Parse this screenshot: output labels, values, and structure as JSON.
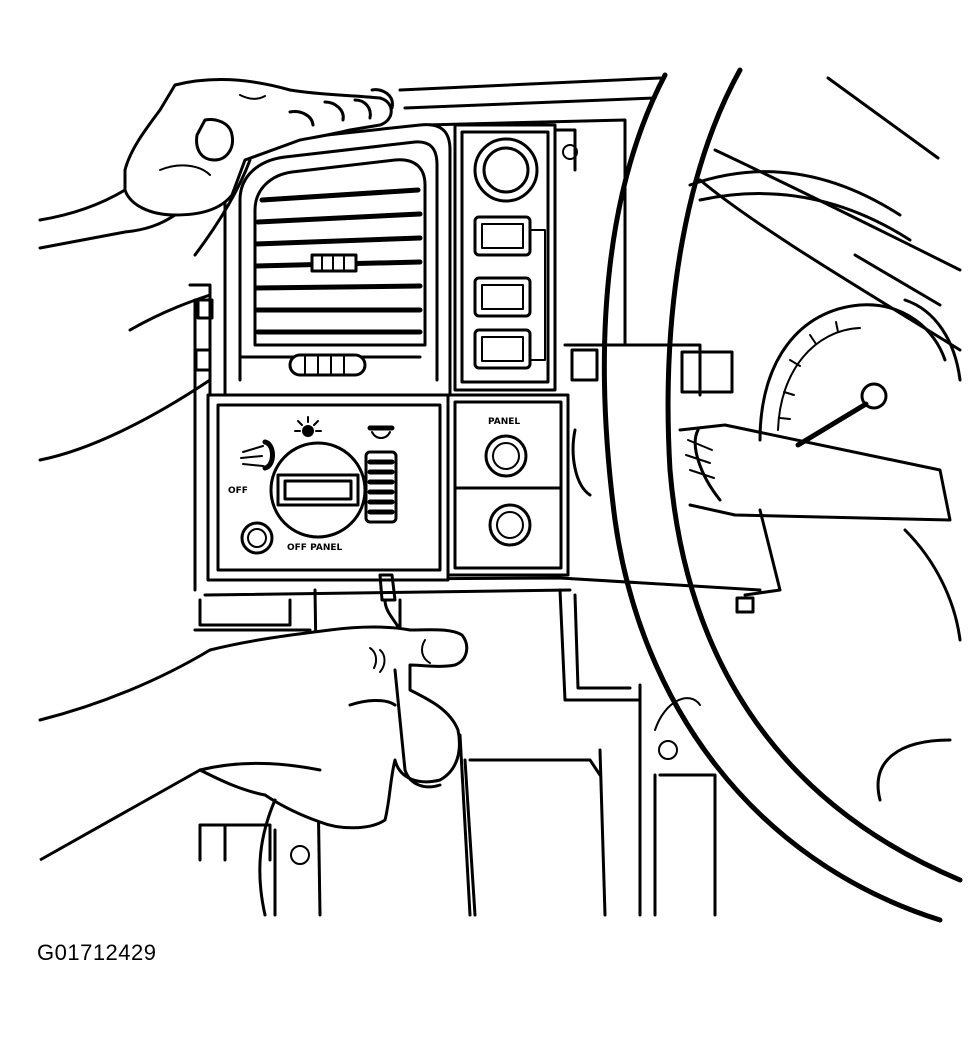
{
  "figure": {
    "id_label": "G01712429",
    "switch_labels": {
      "left_dial": "OFF",
      "bottom_dial": "OFF PANEL",
      "right_top": "PANEL"
    },
    "icons": {
      "headlamp": "headlamp-icon",
      "parking_lamp": "parking-lamp-icon",
      "dome_lamp": "dome-lamp-icon",
      "fog_lamp": "fog-lamp-icon"
    }
  }
}
